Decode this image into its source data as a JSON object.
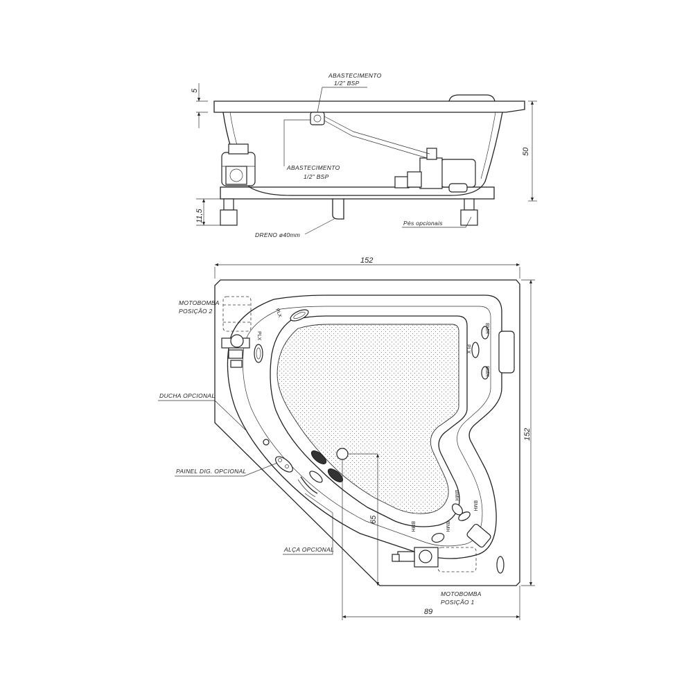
{
  "side_view": {
    "supply_top": {
      "line1": "ABASTECIMENTO",
      "line2": "1/2\" BSP"
    },
    "supply_mid": {
      "line1": "ABASTECIMENTO",
      "line2": "1/2\" BSP"
    },
    "drain": "DRENO ø40mm",
    "feet": "Pés opcionais",
    "dim_rim": "5",
    "dim_height": "50",
    "dim_feet": "11,5"
  },
  "plan_view": {
    "dim_width": "152",
    "dim_depth": "152",
    "dim_drain_y": "65",
    "dim_drain_x": "89",
    "pump_pos2": {
      "line1": "MOTOBOMBA",
      "line2": "POSIÇÃO  2"
    },
    "pump_pos1": {
      "line1": "MOTOBOMBA",
      "line2": "POSIÇÃO  1"
    },
    "shower": "DUCHA OPCIONAL",
    "panel": "PAINEL DIG. OPCIONAL",
    "handle": "ALÇA OPCIONAL",
    "jet_plx": "PLX",
    "jet_bmh": "BMH"
  }
}
